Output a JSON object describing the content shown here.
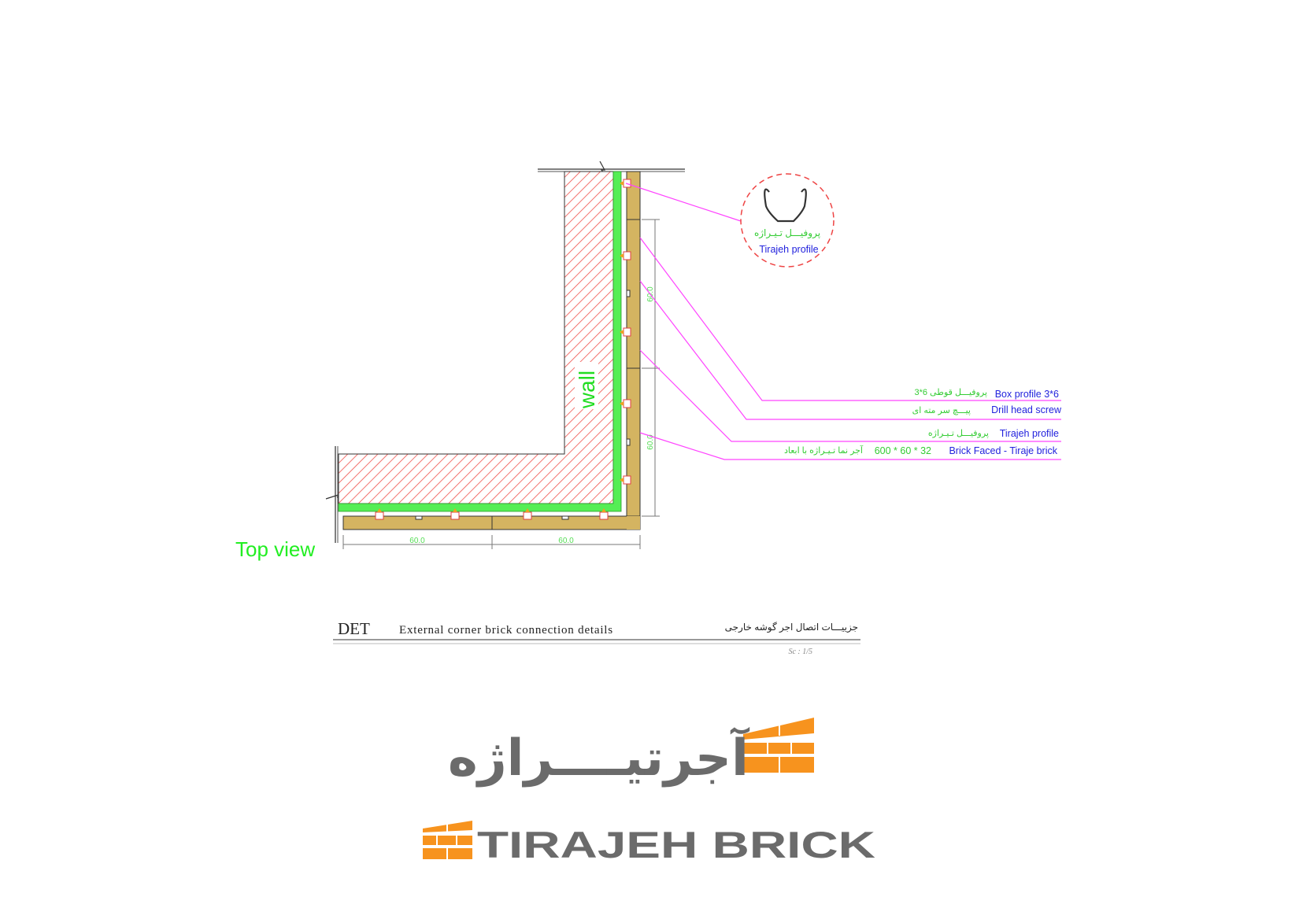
{
  "drawing": {
    "view_label": "Top view",
    "wall_label": "wall",
    "dimensions": {
      "horizontal": [
        "60.0",
        "60.0"
      ],
      "vertical": [
        "60.0",
        "60.0"
      ]
    },
    "detail_circle": {
      "label_fa": "پروفیـــل تـیـراژه",
      "label_en": "Tirajeh profile"
    },
    "callouts": [
      {
        "fa": "3*6  پروفیـــل قوطی",
        "en": "Box profile 3*6"
      },
      {
        "fa": "پیـــچ سر مته ای",
        "en": "Drill head screw"
      },
      {
        "fa": "پروفیـــل تـیـراژه",
        "en": "Tirajeh profile"
      },
      {
        "fa": "آجر نما تـیـراژه با ابعاد",
        "dims": "600 * 60 * 32",
        "en": "Brick Faced - Tiraje brick"
      }
    ]
  },
  "title_block": {
    "code": "DET",
    "title_en": "External corner brick connection details",
    "title_fa": "جزییـــات اتصال اجر گوشه خارجی",
    "scale": "Sc : 1/5"
  },
  "logo": {
    "text_fa": "آجرتیــــراژه",
    "text_en": "TIRAJEH BRICK"
  },
  "colors": {
    "hatch": "#f0504a",
    "green": "#33ee33",
    "brick": "#d4b461",
    "leader": "#ff44ff",
    "blue": "#2222dd",
    "logo_gray": "#6b6b6b",
    "logo_orange": "#f7931e"
  }
}
